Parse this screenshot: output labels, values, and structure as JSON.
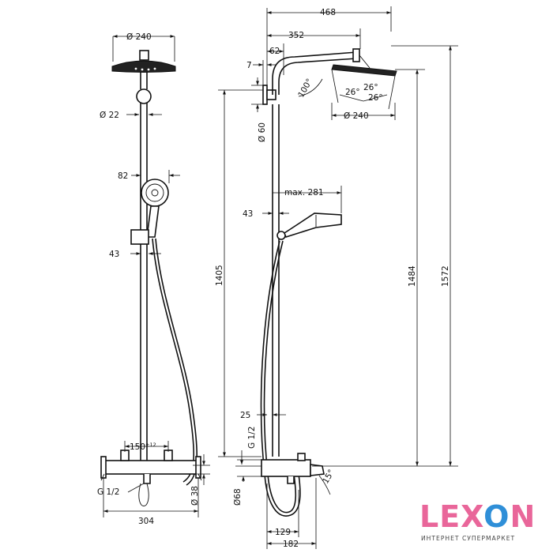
{
  "front_view": {
    "dims": {
      "head_diameter": "Ø 240",
      "pipe_diameter": "Ø 22",
      "handshower_width": "82",
      "holder_offset": "43",
      "mixer_spacing": "150",
      "mixer_spacing_tol": "±12",
      "inlet_thread": "G 1/2",
      "mixer_height": "Ø 38",
      "mixer_width": "304"
    }
  },
  "side_view": {
    "dims": {
      "total_reach": "468",
      "arm_reach": "352",
      "bracket_depth": "62",
      "bracket_offset": "7",
      "wall_bracket_diameter": "Ø 60",
      "max_handshower": "max. 281",
      "holder_offset": "43",
      "head_angle": "100°",
      "tilt_angle_1": "26°",
      "tilt_angle_2": "26°",
      "tilt_angle_3": "26°",
      "head_diameter": "Ø 240",
      "height_1405": "1405",
      "height_1484": "1484",
      "height_1572": "1572",
      "wall_gap": "25",
      "inlet_thread": "G 1/2",
      "mixer_diameter": "Ø68",
      "spout_angle": "15°",
      "spout_129": "129",
      "spout_182": "182"
    }
  },
  "logo": {
    "word_a": "LEX",
    "word_b": "O",
    "word_c": "N",
    "subtitle": "ИНТЕРНЕТ СУПЕРМАРКЕТ",
    "pink": "#e9669a",
    "blue": "#2f8fd8"
  }
}
